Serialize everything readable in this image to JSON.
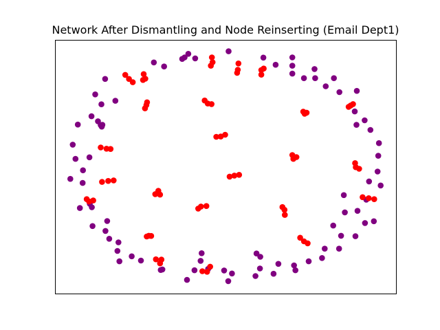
{
  "chart_data": {
    "type": "scatter",
    "title": "Network After Dismantling and Node Reinserting (Email Dept1)",
    "xlabel": "",
    "ylabel": "",
    "xlim": [
      0,
      100
    ],
    "ylim": [
      0,
      100
    ],
    "grid": false,
    "axis_ticks": false,
    "series": [
      {
        "color": "#800080",
        "points": [
          [
            50.9,
            95.5
          ],
          [
            41.1,
            92.7
          ],
          [
            38.0,
            93.1
          ],
          [
            37.3,
            92.5
          ],
          [
            39.1,
            94.5
          ],
          [
            29.0,
            91.1
          ],
          [
            32.0,
            89.5
          ],
          [
            61.1,
            93.0
          ],
          [
            69.6,
            93.1
          ],
          [
            64.7,
            90.2
          ],
          [
            69.6,
            86.7
          ],
          [
            69.6,
            89.8
          ],
          [
            76.1,
            88.5
          ],
          [
            73.0,
            84.9
          ],
          [
            76.3,
            84.9
          ],
          [
            81.8,
            84.9
          ],
          [
            79.4,
            81.7
          ],
          [
            83.4,
            79.4
          ],
          [
            88.5,
            79.9
          ],
          [
            87.9,
            71.8
          ],
          [
            90.8,
            68.3
          ],
          [
            88.4,
            66.5
          ],
          [
            92.5,
            64.5
          ],
          [
            95.0,
            59.3
          ],
          [
            94.8,
            54.3
          ],
          [
            94.6,
            48.1
          ],
          [
            92.1,
            44.2
          ],
          [
            95.5,
            42.6
          ],
          [
            84.7,
            38.8
          ],
          [
            91.3,
            37.0
          ],
          [
            88.7,
            32.6
          ],
          [
            85.0,
            32.0
          ],
          [
            90.9,
            27.8
          ],
          [
            93.5,
            28.5
          ],
          [
            81.6,
            26.8
          ],
          [
            83.9,
            22.8
          ],
          [
            88.1,
            22.6
          ],
          [
            79.1,
            17.7
          ],
          [
            83.3,
            17.7
          ],
          [
            78.3,
            14.0
          ],
          [
            74.4,
            12.7
          ],
          [
            70.1,
            11.1
          ],
          [
            70.5,
            9.2
          ],
          [
            65.5,
            11.7
          ],
          [
            64.1,
            7.8
          ],
          [
            60.1,
            9.9
          ],
          [
            59.1,
            15.8
          ],
          [
            60.2,
            14.5
          ],
          [
            58.8,
            6.9
          ],
          [
            51.9,
            7.9
          ],
          [
            50.8,
            4.9
          ],
          [
            49.6,
            9.1
          ],
          [
            43.0,
            15.9
          ],
          [
            42.7,
            12.9
          ],
          [
            44.9,
            9.7
          ],
          [
            38.7,
            5.4
          ],
          [
            40.9,
            9.2
          ],
          [
            31.5,
            9.5
          ],
          [
            31.0,
            9.3
          ],
          [
            25.2,
            13.0
          ],
          [
            22.5,
            14.7
          ],
          [
            18.9,
            12.7
          ],
          [
            18.3,
            16.8
          ],
          [
            15.9,
            21.6
          ],
          [
            18.6,
            20.2
          ],
          [
            14.8,
            24.7
          ],
          [
            15.3,
            28.6
          ],
          [
            11.0,
            26.6
          ],
          [
            7.3,
            33.7
          ],
          [
            10.2,
            35.4
          ],
          [
            10.8,
            34.0
          ],
          [
            4.5,
            45.2
          ],
          [
            8.1,
            43.6
          ],
          [
            8.2,
            48.6
          ],
          [
            6.0,
            53.1
          ],
          [
            10.1,
            53.7
          ],
          [
            5.2,
            58.7
          ],
          [
            6.7,
            66.6
          ],
          [
            13.4,
            66.4
          ],
          [
            13.9,
            66.5
          ],
          [
            12.6,
            67.9
          ],
          [
            13.7,
            65.8
          ],
          [
            10.7,
            69.9
          ],
          [
            13.6,
            74.6
          ],
          [
            11.8,
            78.5
          ],
          [
            17.7,
            76.0
          ],
          [
            14.7,
            84.6
          ]
        ]
      },
      {
        "color": "#ff0000",
        "points": [
          [
            46.2,
            91.2
          ],
          [
            46.0,
            93.1
          ],
          [
            45.7,
            89.8
          ],
          [
            53.8,
            90.7
          ],
          [
            53.6,
            88.2
          ],
          [
            53.4,
            87.0
          ],
          [
            61.2,
            88.7
          ],
          [
            60.5,
            86.3
          ],
          [
            60.5,
            88.1
          ],
          [
            20.6,
            86.2
          ],
          [
            21.7,
            84.6
          ],
          [
            22.8,
            83.3
          ],
          [
            26.0,
            86.5
          ],
          [
            26.5,
            84.7
          ],
          [
            25.8,
            84.2
          ],
          [
            27.0,
            75.4
          ],
          [
            26.8,
            74.3
          ],
          [
            26.4,
            73.0
          ],
          [
            43.9,
            76.1
          ],
          [
            44.8,
            74.9
          ],
          [
            45.9,
            74.7
          ],
          [
            72.8,
            71.7
          ],
          [
            73.8,
            71.3
          ],
          [
            73.2,
            70.9
          ],
          [
            86.7,
            74.1
          ],
          [
            87.4,
            74.7
          ],
          [
            86.1,
            73.6
          ],
          [
            47.3,
            61.8
          ],
          [
            48.6,
            61.9
          ],
          [
            49.9,
            62.6
          ],
          [
            13.4,
            57.6
          ],
          [
            15.1,
            57.1
          ],
          [
            16.3,
            57.0
          ],
          [
            69.6,
            54.6
          ],
          [
            70.8,
            53.8
          ],
          [
            69.9,
            53.1
          ],
          [
            88.0,
            51.4
          ],
          [
            88.2,
            49.8
          ],
          [
            89.2,
            49.2
          ],
          [
            13.8,
            44.0
          ],
          [
            15.6,
            44.4
          ],
          [
            17.2,
            44.6
          ],
          [
            51.2,
            46.1
          ],
          [
            52.6,
            46.5
          ],
          [
            54.0,
            46.8
          ],
          [
            30.3,
            40.5
          ],
          [
            29.4,
            39.2
          ],
          [
            30.8,
            39.0
          ],
          [
            9.3,
            37.2
          ],
          [
            10.0,
            36.3
          ],
          [
            11.2,
            36.7
          ],
          [
            42.0,
            33.5
          ],
          [
            42.8,
            34.3
          ],
          [
            44.4,
            34.5
          ],
          [
            66.7,
            34.1
          ],
          [
            67.3,
            33.0
          ],
          [
            67.4,
            31.0
          ],
          [
            90.2,
            38.0
          ],
          [
            92.0,
            37.6
          ],
          [
            93.6,
            37.2
          ],
          [
            26.9,
            22.5
          ],
          [
            27.5,
            22.8
          ],
          [
            28.2,
            22.7
          ],
          [
            71.9,
            22.0
          ],
          [
            73.0,
            20.6
          ],
          [
            74.1,
            19.8
          ],
          [
            29.6,
            13.5
          ],
          [
            31.2,
            13.4
          ],
          [
            30.8,
            11.9
          ],
          [
            43.2,
            8.8
          ],
          [
            44.6,
            8.6
          ],
          [
            45.5,
            10.6
          ]
        ]
      }
    ]
  }
}
